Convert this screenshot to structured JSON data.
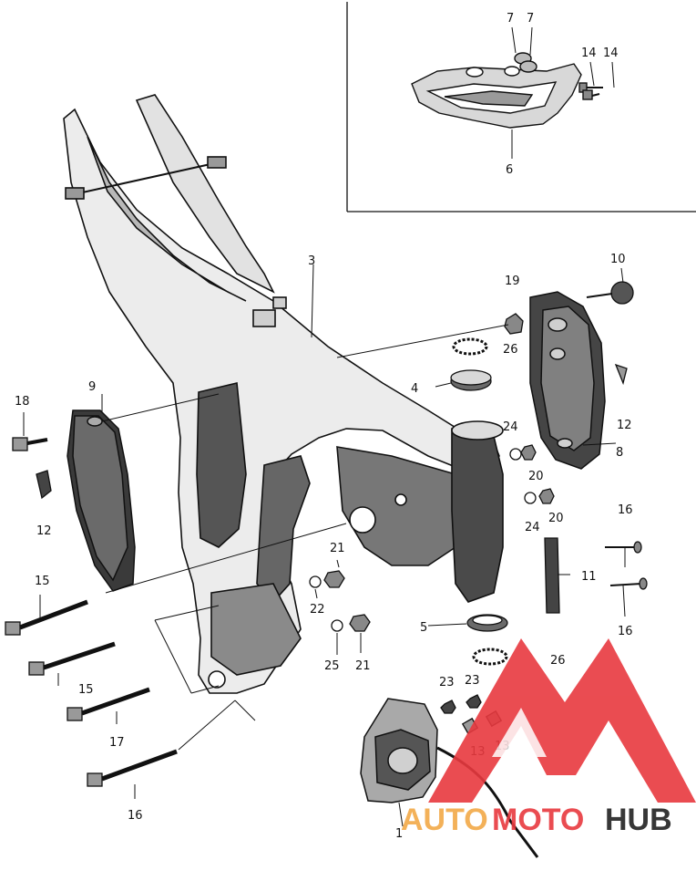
{
  "parts": [
    {
      "id": "p1",
      "label": "1"
    },
    {
      "id": "p3",
      "label": "3"
    },
    {
      "id": "p4",
      "label": "4"
    },
    {
      "id": "p5",
      "label": "5"
    },
    {
      "id": "p6",
      "label": "6"
    },
    {
      "id": "p7a",
      "label": "7"
    },
    {
      "id": "p7b",
      "label": "7"
    },
    {
      "id": "p8",
      "label": "8"
    },
    {
      "id": "p9",
      "label": "9"
    },
    {
      "id": "p10",
      "label": "10"
    },
    {
      "id": "p11",
      "label": "11"
    },
    {
      "id": "p12a",
      "label": "12"
    },
    {
      "id": "p12b",
      "label": "12"
    },
    {
      "id": "p13a",
      "label": "13"
    },
    {
      "id": "p13b",
      "label": "13"
    },
    {
      "id": "p14a",
      "label": "14"
    },
    {
      "id": "p14b",
      "label": "14"
    },
    {
      "id": "p15a",
      "label": "15"
    },
    {
      "id": "p15b",
      "label": "15"
    },
    {
      "id": "p16a",
      "label": "16"
    },
    {
      "id": "p16b",
      "label": "16"
    },
    {
      "id": "p16c",
      "label": "16"
    },
    {
      "id": "p17",
      "label": "17"
    },
    {
      "id": "p18",
      "label": "18"
    },
    {
      "id": "p19",
      "label": "19"
    },
    {
      "id": "p20a",
      "label": "20"
    },
    {
      "id": "p20b",
      "label": "20"
    },
    {
      "id": "p21a",
      "label": "21"
    },
    {
      "id": "p21b",
      "label": "21"
    },
    {
      "id": "p22",
      "label": "22"
    },
    {
      "id": "p23a",
      "label": "23"
    },
    {
      "id": "p23b",
      "label": "23"
    },
    {
      "id": "p24a",
      "label": "24"
    },
    {
      "id": "p24b",
      "label": "24"
    },
    {
      "id": "p25",
      "label": "25"
    },
    {
      "id": "p26a",
      "label": "26"
    },
    {
      "id": "p26b",
      "label": "26"
    }
  ],
  "watermark": {
    "text_auto": "AUTO",
    "text_moto": "MOTO",
    "text_hub": "HUB",
    "color_accent": "#e8393f",
    "color_auto": "#f2a948",
    "color_hub": "#222222"
  }
}
